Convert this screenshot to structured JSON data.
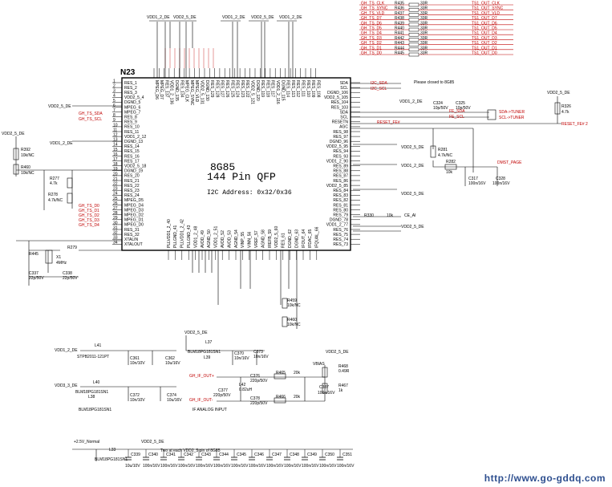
{
  "chip": {
    "ref": "N23",
    "part": "8G85",
    "package": "144 Pin QFP",
    "i2c": "I2C Address: 0x32/0x36"
  },
  "top_bus": {
    "labels": [
      "TS1_OUT_CLK",
      "TS1_OUT_SYNC",
      "TS1_OUT_VLD",
      "TS1_OUT_D7",
      "TS1_OUT_D6",
      "TS1_OUT_D5",
      "TS1_OUT_D4",
      "TS1_OUT_D3",
      "TS1_OUT_D2",
      "TS1_OUT_D1",
      "TS1_OUT_D0"
    ],
    "left_labels": [
      "GH_TS_CLK",
      "GH_TS_SYNC",
      "GH_TS_VLD",
      "GH_TS_D7",
      "GH_TS_D6",
      "GH_TS_D5",
      "GH_TS_D4",
      "GH_TS_D3",
      "GH_TS_D2",
      "GH_TS_D1",
      "GH_TS_D0"
    ],
    "resistors": [
      "R435",
      "R436",
      "R437",
      "R438",
      "R439",
      "R440",
      "R441",
      "R442",
      "R443",
      "R444",
      "R445"
    ],
    "res_values": [
      "33R",
      "33R",
      "33R",
      "33R",
      "33R",
      "33R",
      "33R",
      "33R",
      "33R",
      "33R",
      "33R"
    ]
  },
  "power_labels": {
    "top": [
      "VDD1_2_DE",
      "VDD2_5_DE",
      "VDD1_2_DE",
      "VDD2_5_DE",
      "VDD1_2_DE"
    ],
    "left": [
      "VDD2_5_DE",
      "VDD1_2_DE",
      "VDD2_5_DE"
    ],
    "right": [
      "VDD2_5_DE",
      "VDD1_2_DE",
      "VDD2_5_DE",
      "VDD1_2_DE",
      "VDD2_5_DE",
      "VDD2_5_DE"
    ],
    "rail_3v3": "VDD3_3_DE"
  },
  "left_pins": [
    "RES_1",
    "RES_2",
    "RES_3",
    "VDD2_5_4",
    "DGND_5",
    "MPEG_6",
    "MPEG_7",
    "RES_8",
    "RES_9",
    "RES_10",
    "RES_11",
    "VDD1_2_12",
    "DGND_13",
    "RES_14",
    "RES_15",
    "RES_16",
    "RES_17",
    "VDD2_5_18",
    "DGND_19",
    "RES_20",
    "RES_21",
    "RES_22",
    "RES_23",
    "RES_24",
    "MPEG_D5",
    "MPEG_D4",
    "MPEG_D3",
    "MPEG_D2",
    "MPEG_D1",
    "MPEG_D0",
    "RES_31",
    "RES_32",
    "XTALIN",
    "XTALOUT"
  ],
  "right_pins": [
    "SDA",
    "SCL",
    "DGND_106",
    "VDD2_5_105",
    "RES_104",
    "RES_103",
    "SDA",
    "SCL",
    "RESETN",
    "AGC",
    "RES_98",
    "RES_97",
    "DGND_96",
    "VDD2_5_95",
    "RES_94",
    "RES_93",
    "VDD1_2_90",
    "RES_89",
    "RES_88",
    "RES_87",
    "RES_86",
    "VDD2_5_85",
    "RES_84",
    "RES_83",
    "RES_82",
    "RES_81",
    "RES_80",
    "RES_79",
    "DGND_78",
    "VDD1_2_77",
    "RES_76",
    "RES_75",
    "RES_74",
    "RES_73"
  ],
  "bottom_pins": [
    "PLLVDD1_2_40",
    "PLLGND_41",
    "PLLVDD1_2_42",
    "PLLGND_43",
    "VDD1_2_48",
    "AVDD_49",
    "AGND_50",
    "VDD1_2_51",
    "AVDD_52",
    "AVDD_53",
    "AGND_54",
    "VINP_55",
    "VINN_56",
    "VREF_57",
    "AGND_58",
    "IREFB_59",
    "VDD2_5_60",
    "RES_61",
    "DGND_62",
    "DGND_63",
    "IFOUT_64",
    "IFDAC_65",
    "IFQUAL_66"
  ],
  "right_side": {
    "i2c_labels": [
      "I2C_SDA",
      "I2C_SCL"
    ],
    "note": "Please closed to 8G85",
    "tuner_labels": [
      "FE_SDA",
      "FE_SCL"
    ],
    "tuner_out": [
      "SDA->TUNER",
      "SCL->TUNER"
    ],
    "reset_label": "RESET_FE#",
    "reset_out": "RESET_FE# 2",
    "dmst_label": "DMST_PAGE",
    "r326": "R326",
    "r326_val": "4.7k",
    "r281": "R281",
    "r281_val": "4.7k/NC",
    "r282": "R282",
    "r282_val": "10k",
    "c317": "C317",
    "c317_val": "100n/16V",
    "c328": "C328",
    "c328_val": "100n/16V",
    "c325": "C325",
    "c325_val": "10p/50V",
    "c324": "C324",
    "c324_val": "10p/50V",
    "r_jr": "R330",
    "r_jr_val": "10k",
    "ce_ai": "CE_AI"
  },
  "left_side": {
    "r392": "R392",
    "r392_val": "10k/NC",
    "r460": "R460",
    "r460_val": "10k/NC",
    "r277": "R277",
    "r277_val": "4.7k",
    "r278": "R278",
    "r278_val": "4.7k/NC",
    "crystal": "X1",
    "crystal_val": "4MHz",
    "c337": "C337",
    "c337_val": "22p/50V",
    "c338": "C338",
    "c338_val": "22p/50V",
    "r445": "R445",
    "r279": "R279",
    "gh_labels": [
      "GH_TS_SDA",
      "GH_TS_SCL",
      "GH_TS_D0",
      "GH_TS_D1",
      "GH_TS_D2",
      "GH_TS_D3",
      "GH_TS_D4"
    ]
  },
  "lower_circuits": {
    "l41": "L41",
    "l41_part": "STPB2011-121PT",
    "c361": "C361",
    "c361_val": "10n/10V",
    "c362": "C362",
    "c362_val": "10u/16V",
    "l40": "L40",
    "l40_part": "BLM18PG181SN1",
    "l38": "L38",
    "l38_part": "BLM18PG181SN1",
    "c372": "C372",
    "c372_val": "10n/10V",
    "c374": "C374",
    "c374_val": "10u/16V",
    "l37": "L37",
    "l37_part": "BLM18PG181SN1",
    "l39": "L39",
    "c370": "C370",
    "c370_val": "10n/16V",
    "c373": "C373",
    "c373_val": "10n/16V",
    "r459": "R459",
    "r459_val": "10k/NC",
    "r460b": "R460",
    "r460b_val": "10k/NC",
    "if_in_plus": "GH_IF_OUT+",
    "if_in_minus": "GH_IF_OUT-",
    "if_note": "IF ANALOG INPUT",
    "c376": "C376",
    "c376_val": "220p/50V",
    "c377": "C377",
    "c377_val": "220p/50V",
    "l42": "L42",
    "l42_val": "0.82uH",
    "c378": "C378",
    "c378_val": "220p/50V",
    "r465": "R465",
    "r465_val": "20k",
    "r466": "R466",
    "r466_val": "20k",
    "vbias": "VBIAS",
    "r468": "R468",
    "r468_val": "0.49R",
    "r467": "R467",
    "r467_val": "1k",
    "c387": "C387",
    "c387_val": "100n/16V"
  },
  "bottom_rail": {
    "src": "+2.5V_Normal",
    "dst": "VDD2_5_DE",
    "l33": "L33",
    "l33_part": "BLM18PG181SN1",
    "note": "Two at each VDD2_5 pin of 8G85",
    "caps": [
      "C339",
      "C340",
      "C341",
      "C342",
      "C343",
      "C344",
      "C345",
      "C346",
      "C347",
      "C348",
      "C349",
      "C350",
      "C351"
    ],
    "cap_vals": [
      "10u/10V",
      "100n/16V",
      "100n/16V",
      "100n/16V",
      "100n/16V",
      "100n/16V",
      "100n/16V",
      "100n/16V",
      "100n/16V",
      "100n/16V",
      "100n/16V",
      "100n/16V",
      "100n/16V"
    ]
  },
  "watermark": "http://www.go-gddq.com"
}
